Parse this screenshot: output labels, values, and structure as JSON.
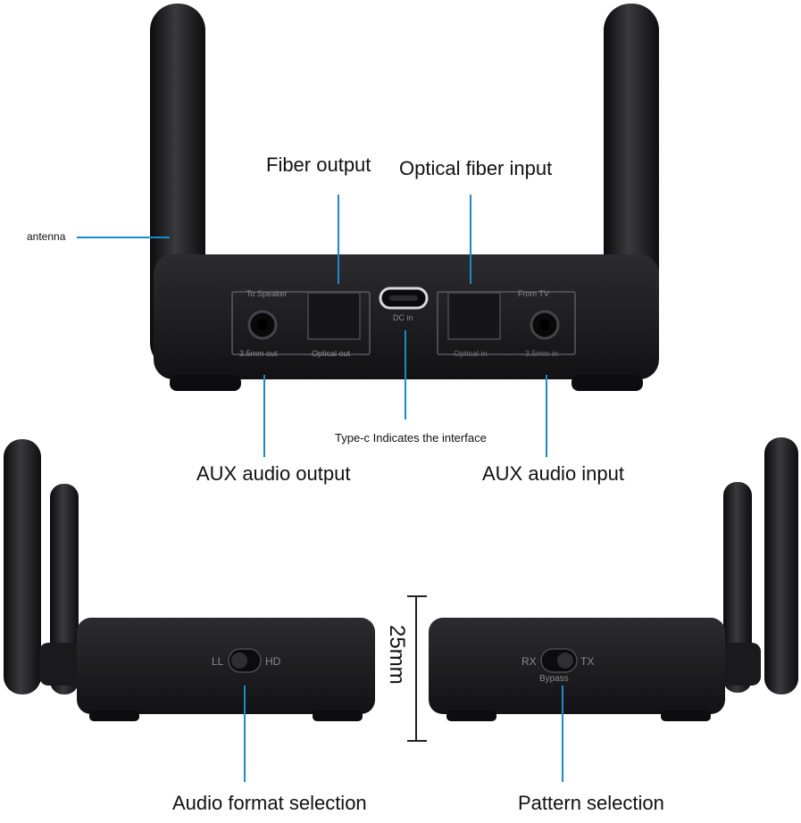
{
  "callouts": {
    "antenna": "antenna",
    "fiber_output": "Fiber output",
    "optical_fiber_input": "Optical fiber input",
    "type_c": "Type-c Indicates the interface",
    "aux_audio_output": "AUX audio output",
    "aux_audio_input": "AUX audio input",
    "audio_format_selection": "Audio format selection",
    "pattern_selection": "Pattern selection",
    "height": "25mm"
  },
  "device_back_panel": {
    "to_speaker": "To Speaker",
    "out_35mm": "3.5mm out",
    "optical_out": "Optical out",
    "dc_in": "DC in",
    "optical_in": "Optical in",
    "from_tv": "From TV",
    "in_35mm": "3.5mm in"
  },
  "left_switch": {
    "left": "LL",
    "right": "HD"
  },
  "right_switch": {
    "left": "RX",
    "right": "TX",
    "below": "Bypass"
  },
  "colors": {
    "leader_line": "#1e88c8",
    "device_body": "#1c1c1e",
    "label_gray": "#8a8a8a"
  }
}
